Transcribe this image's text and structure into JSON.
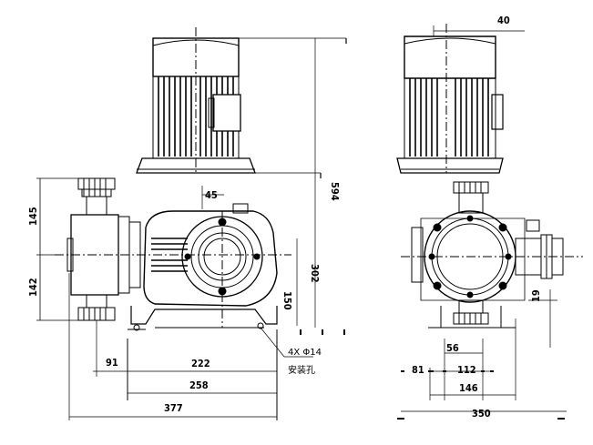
{
  "front_view": {
    "dim_91": "91",
    "dim_222": "222",
    "dim_258": "258",
    "dim_377": "377",
    "dim_45": "45",
    "dim_145": "145",
    "dim_142": "142",
    "dim_302": "302",
    "dim_150": "150",
    "dim_594": "594",
    "mount_hole_spec": "4X Φ14",
    "mount_hole_text": "安装孔"
  },
  "side_view": {
    "dim_40": "40",
    "dim_56": "56",
    "dim_112": "112",
    "dim_81": "81",
    "dim_146": "146",
    "dim_350": "350",
    "dim_19": "19"
  }
}
